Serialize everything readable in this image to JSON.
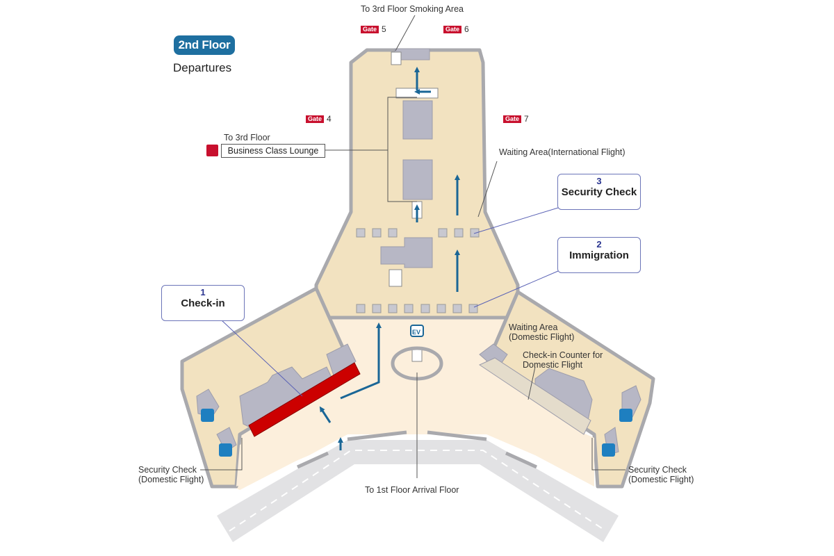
{
  "floor": {
    "title": "2nd Floor",
    "subtitle": "Departures"
  },
  "gates": [
    {
      "prefix": "Gate",
      "number": "5"
    },
    {
      "prefix": "Gate",
      "number": "6"
    },
    {
      "prefix": "Gate",
      "number": "4"
    },
    {
      "prefix": "Gate",
      "number": "7"
    }
  ],
  "labels": {
    "smoking": "To 3rd Floor Smoking Area",
    "to_third": "To 3rd Floor",
    "lounge": "Business Class Lounge",
    "waiting_intl": "Waiting Area(International Flight)",
    "waiting_dom_1": "Waiting Area",
    "waiting_dom_2": "(Domestic Flight)",
    "counter_dom_1": "Check-in Counter for",
    "counter_dom_2": "Domestic Flight",
    "sec_dom_1": "Security Check",
    "sec_dom_2": "(Domestic Flight)",
    "arrival": "To 1st Floor Arrival Floor",
    "ev": "EV"
  },
  "callouts": {
    "checkin": {
      "num": "1",
      "text": "Check-in"
    },
    "immigration": {
      "num": "2",
      "text": "Immigration"
    },
    "security": {
      "num": "3",
      "text": "Security Check"
    }
  },
  "colors": {
    "secure_area": "#f2e2c0",
    "public_area": "#fcefdc",
    "wall": "#a9a9ad",
    "block": "#b7b7c5",
    "checkin_counter": "#cc0000",
    "arrow": "#1a6696",
    "road": "#9a9a9e",
    "badge": "#1e6fa0",
    "gate_tag": "#c8102e"
  },
  "icons": [
    "restroom-icon",
    "elevator-icon",
    "lounge-icon",
    "direction-arrow-icon",
    "stairs-icon"
  ]
}
